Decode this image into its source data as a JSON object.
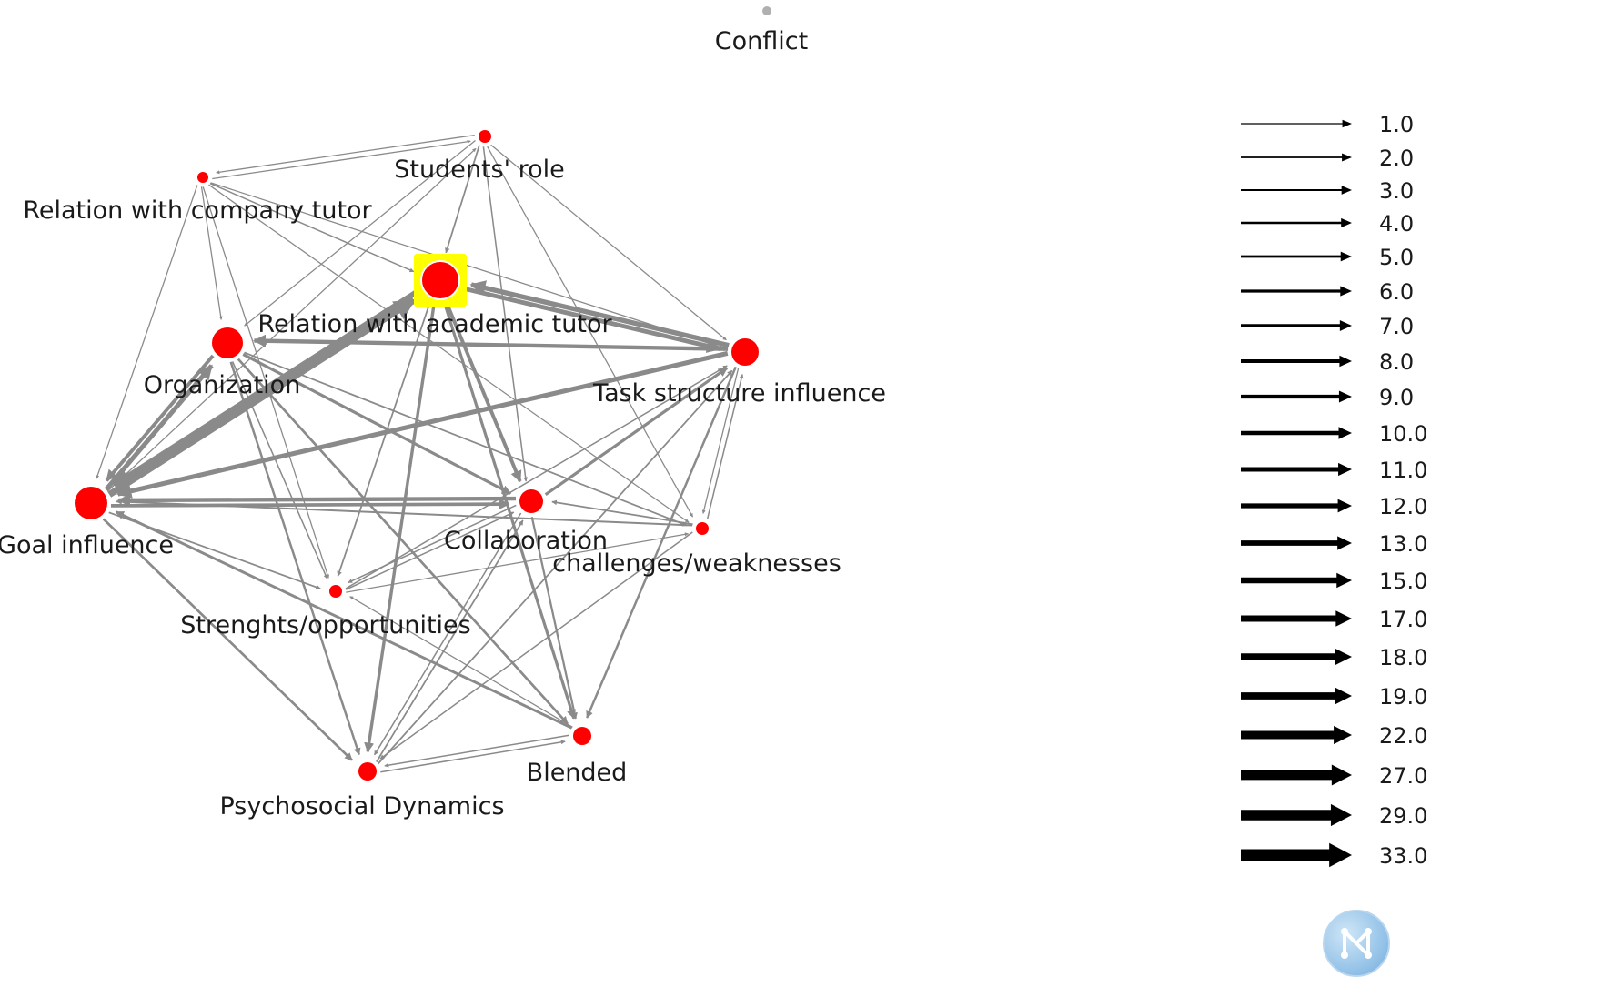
{
  "diagram": {
    "nodes": [
      {
        "id": "conflict",
        "label": "Conflict"
      },
      {
        "id": "students_role",
        "label": "Students' role"
      },
      {
        "id": "company_tutor",
        "label": "Relation with company tutor"
      },
      {
        "id": "academic_tutor",
        "label": "Relation with academic tutor",
        "highlighted": true
      },
      {
        "id": "organization",
        "label": "Organization"
      },
      {
        "id": "task_structure",
        "label": "Task structure influence"
      },
      {
        "id": "goal_influence",
        "label": "Goal influence"
      },
      {
        "id": "collaboration",
        "label": "Collaboration"
      },
      {
        "id": "challenges",
        "label": "challenges/weaknesses"
      },
      {
        "id": "strengths",
        "label": "Strenghts/opportunities"
      },
      {
        "id": "blended",
        "label": "Blended"
      },
      {
        "id": "psychosocial",
        "label": "Psychosocial Dynamics"
      }
    ],
    "edges": [
      {
        "from": "company_tutor",
        "to": "students_role",
        "weight": 2
      },
      {
        "from": "students_role",
        "to": "company_tutor",
        "weight": 2
      },
      {
        "from": "company_tutor",
        "to": "academic_tutor",
        "weight": 3
      },
      {
        "from": "company_tutor",
        "to": "organization",
        "weight": 2
      },
      {
        "from": "company_tutor",
        "to": "goal_influence",
        "weight": 2
      },
      {
        "from": "company_tutor",
        "to": "task_structure",
        "weight": 2
      },
      {
        "from": "company_tutor",
        "to": "strengths",
        "weight": 2
      },
      {
        "from": "company_tutor",
        "to": "challenges",
        "weight": 2
      },
      {
        "from": "students_role",
        "to": "academic_tutor",
        "weight": 4
      },
      {
        "from": "students_role",
        "to": "organization",
        "weight": 2
      },
      {
        "from": "students_role",
        "to": "task_structure",
        "weight": 2
      },
      {
        "from": "students_role",
        "to": "collaboration",
        "weight": 3
      },
      {
        "from": "students_role",
        "to": "challenges",
        "weight": 2
      },
      {
        "from": "goal_influence",
        "to": "students_role",
        "weight": 2
      },
      {
        "from": "task_structure",
        "to": "academic_tutor",
        "weight": 19
      },
      {
        "from": "academic_tutor",
        "to": "task_structure",
        "weight": 17
      },
      {
        "from": "task_structure",
        "to": "organization",
        "weight": 15
      },
      {
        "from": "goal_influence",
        "to": "academic_tutor",
        "weight": 27
      },
      {
        "from": "academic_tutor",
        "to": "goal_influence",
        "weight": 22
      },
      {
        "from": "task_structure",
        "to": "goal_influence",
        "weight": 18
      },
      {
        "from": "goal_influence",
        "to": "organization",
        "weight": 18
      },
      {
        "from": "organization",
        "to": "goal_influence",
        "weight": 13
      },
      {
        "from": "collaboration",
        "to": "goal_influence",
        "weight": 15
      },
      {
        "from": "goal_influence",
        "to": "collaboration",
        "weight": 12
      },
      {
        "from": "challenges",
        "to": "goal_influence",
        "weight": 5
      },
      {
        "from": "academic_tutor",
        "to": "collaboration",
        "weight": 13
      },
      {
        "from": "organization",
        "to": "collaboration",
        "weight": 10
      },
      {
        "from": "collaboration",
        "to": "task_structure",
        "weight": 10
      },
      {
        "from": "challenges",
        "to": "collaboration",
        "weight": 4
      },
      {
        "from": "academic_tutor",
        "to": "blended",
        "weight": 10
      },
      {
        "from": "academic_tutor",
        "to": "psychosocial",
        "weight": 11
      },
      {
        "from": "academic_tutor",
        "to": "strengths",
        "weight": 4
      },
      {
        "from": "organization",
        "to": "psychosocial",
        "weight": 7
      },
      {
        "from": "organization",
        "to": "blended",
        "weight": 8
      },
      {
        "from": "organization",
        "to": "strengths",
        "weight": 3
      },
      {
        "from": "organization",
        "to": "challenges",
        "weight": 4
      },
      {
        "from": "goal_influence",
        "to": "psychosocial",
        "weight": 8
      },
      {
        "from": "blended",
        "to": "goal_influence",
        "weight": 9
      },
      {
        "from": "goal_influence",
        "to": "strengths",
        "weight": 4
      },
      {
        "from": "psychosocial",
        "to": "blended",
        "weight": 3
      },
      {
        "from": "blended",
        "to": "psychosocial",
        "weight": 3
      },
      {
        "from": "strengths",
        "to": "task_structure",
        "weight": 3
      },
      {
        "from": "strengths",
        "to": "challenges",
        "weight": 2
      },
      {
        "from": "blended",
        "to": "strengths",
        "weight": 2
      },
      {
        "from": "task_structure",
        "to": "blended",
        "weight": 7
      },
      {
        "from": "psychosocial",
        "to": "task_structure",
        "weight": 4
      },
      {
        "from": "psychosocial",
        "to": "collaboration",
        "weight": 4
      },
      {
        "from": "strengths",
        "to": "collaboration",
        "weight": 3
      },
      {
        "from": "collaboration",
        "to": "strengths",
        "weight": 3
      },
      {
        "from": "challenges",
        "to": "psychosocial",
        "weight": 3
      },
      {
        "from": "challenges",
        "to": "task_structure",
        "weight": 3
      },
      {
        "from": "task_structure",
        "to": "challenges",
        "weight": 2
      },
      {
        "from": "collaboration",
        "to": "psychosocial",
        "weight": 3
      },
      {
        "from": "collaboration",
        "to": "blended",
        "weight": 6
      }
    ]
  },
  "legend": {
    "items": [
      {
        "weight": 1,
        "label": "1.0"
      },
      {
        "weight": 2,
        "label": "2.0"
      },
      {
        "weight": 3,
        "label": "3.0"
      },
      {
        "weight": 4,
        "label": "4.0"
      },
      {
        "weight": 5,
        "label": "5.0"
      },
      {
        "weight": 6,
        "label": "6.0"
      },
      {
        "weight": 7,
        "label": "7.0"
      },
      {
        "weight": 8,
        "label": "8.0"
      },
      {
        "weight": 9,
        "label": "9.0"
      },
      {
        "weight": 10,
        "label": "10.0"
      },
      {
        "weight": 11,
        "label": "11.0"
      },
      {
        "weight": 12,
        "label": "12.0"
      },
      {
        "weight": 13,
        "label": "13.0"
      },
      {
        "weight": 15,
        "label": "15.0"
      },
      {
        "weight": 17,
        "label": "17.0"
      },
      {
        "weight": 18,
        "label": "18.0"
      },
      {
        "weight": 19,
        "label": "19.0"
      },
      {
        "weight": 22,
        "label": "22.0"
      },
      {
        "weight": 27,
        "label": "27.0"
      },
      {
        "weight": 29,
        "label": "29.0"
      },
      {
        "weight": 33,
        "label": "33.0"
      }
    ]
  },
  "colors": {
    "node": "#ff0000",
    "edge": "#8a8a8a",
    "highlight": "#ffff00",
    "legend_arrow": "#000000",
    "isolated_node": "#b0b0b0"
  },
  "logo": {
    "icon": "network-logo-icon"
  }
}
